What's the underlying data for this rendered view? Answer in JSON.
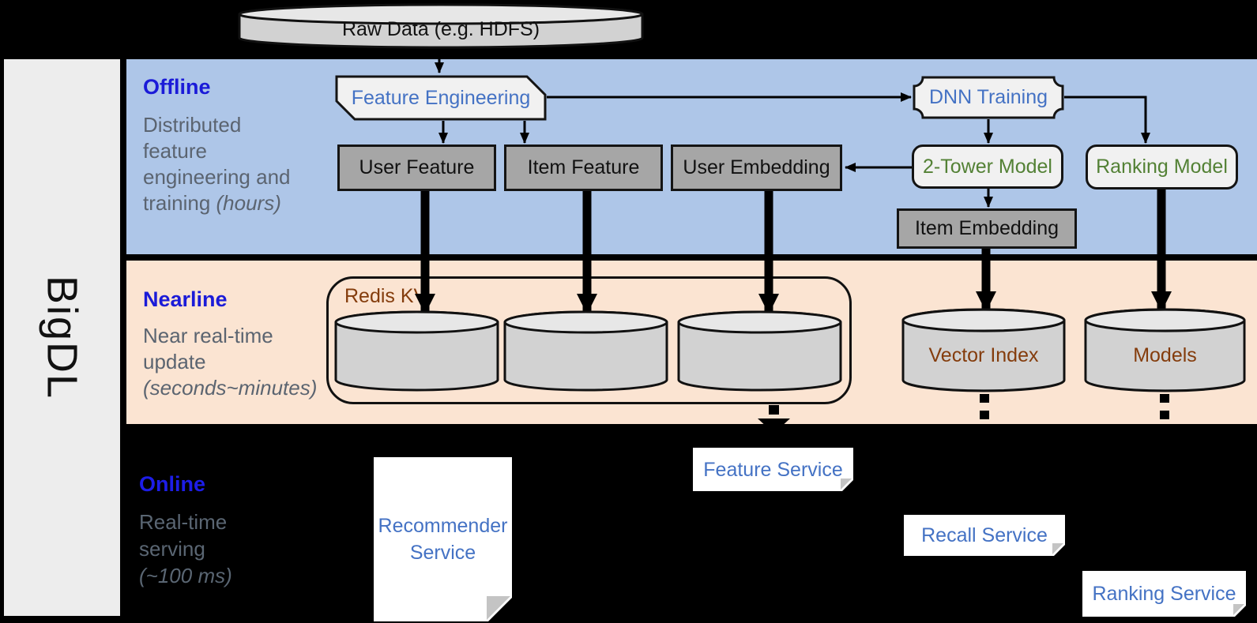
{
  "brand": {
    "label": "BigDL"
  },
  "top": {
    "raw_data_label": "Raw Data (e.g. HDFS)"
  },
  "offline": {
    "title": "Offline",
    "desc_line1": "Distributed",
    "desc_line2": "feature",
    "desc_line3": "engineering and",
    "desc_line4_normal": "training ",
    "desc_line4_italic": "(hours)",
    "feature_engineering": "Feature Engineering",
    "dnn_training": "DNN Training",
    "user_feature": "User Feature",
    "item_feature": "Item Feature",
    "user_embedding": "User Embedding",
    "two_tower_model": "2-Tower Model",
    "ranking_model": "Ranking Model",
    "item_embedding": "Item Embedding"
  },
  "nearline": {
    "title": "Nearline",
    "desc_line1": "Near real-time",
    "desc_line2": "update",
    "desc_line3_italic": "(seconds~minutes)",
    "redis_kv": "Redis KV",
    "vector_index": "Vector Index",
    "models": "Models"
  },
  "online": {
    "title": "Online",
    "desc_line1": "Real-time",
    "desc_line2": "serving",
    "desc_line3_italic": "(~100 ms)",
    "recommender_service_line1": "Recommender",
    "recommender_service_line2": "Service",
    "feature_service": "Feature Service",
    "recall_service": "Recall Service",
    "ranking_service": "Ranking Service"
  },
  "colors": {
    "offline_bg": "#aec6e8",
    "nearline_bg": "#fbe4d2",
    "online_bg": "#000000",
    "sidebar_bg": "#ededed",
    "heading_blue": "#1b1bd8",
    "body_gray": "#5b6470",
    "node_text_blue": "#4472c4",
    "node_text_green": "#538135",
    "node_text_brown": "#843c0c",
    "dark_gray_box": "#a6a6a6",
    "light_gray_node": "#f1f1f1",
    "cylinder_fill": "#d2d2d2"
  }
}
